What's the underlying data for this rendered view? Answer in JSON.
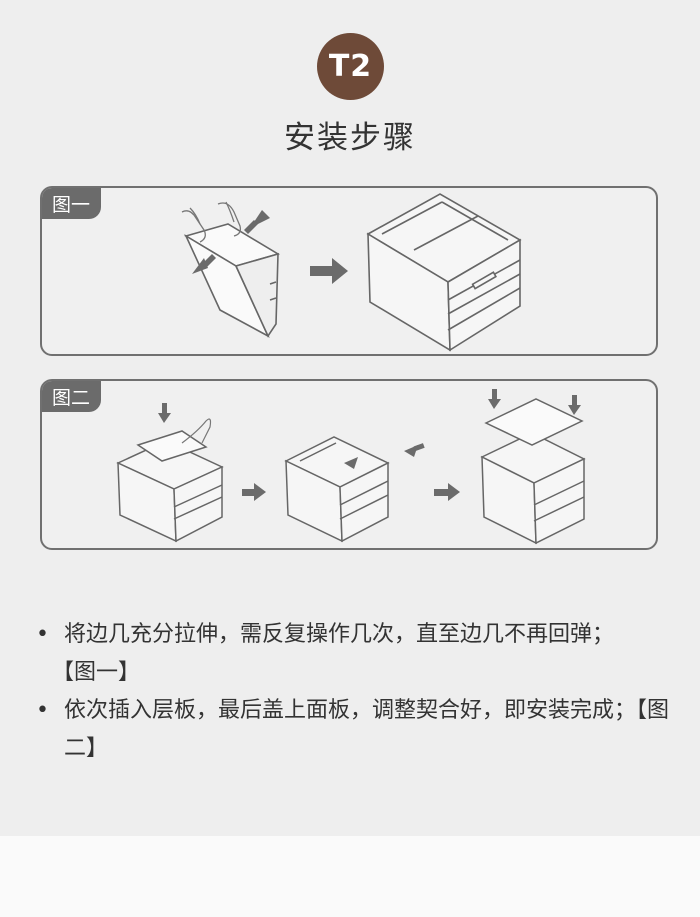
{
  "badge": "T2",
  "title": "安装步骤",
  "panels": [
    {
      "tag": "图一"
    },
    {
      "tag": "图二"
    }
  ],
  "steps": [
    {
      "bullet": "•",
      "text": "将边几充分拉伸，需反复操作几次，直至边几不再回弹；",
      "ref": "【图一】"
    },
    {
      "bullet": "•",
      "text": "依次插入层板，最后盖上面板，调整契合好，即安装完成；【图二】"
    }
  ],
  "colors": {
    "badge": "#6e4a38",
    "tag": "#6b6b6b",
    "line": "#666666",
    "arrow": "#6b6b6b"
  }
}
